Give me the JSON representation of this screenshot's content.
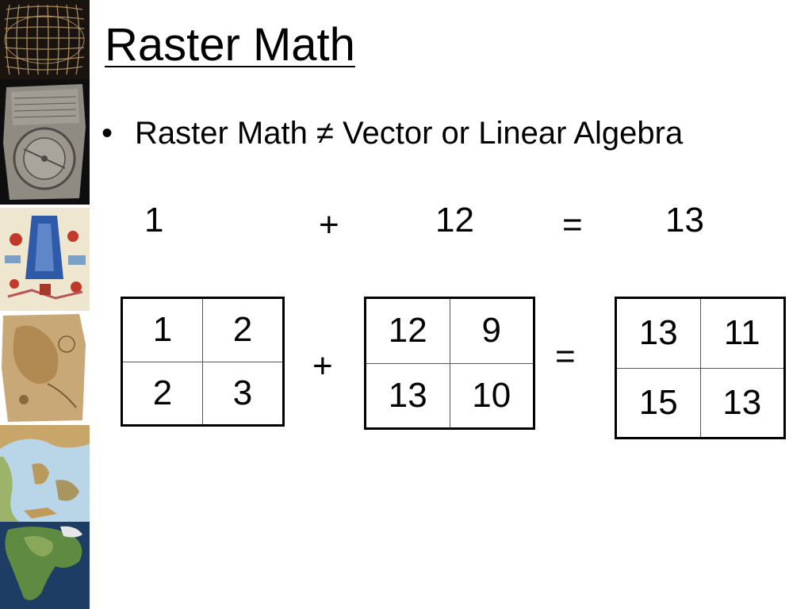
{
  "slide": {
    "title": "Raster Math",
    "bullet": "Raster Math ≠ Vector or Linear Algebra"
  },
  "equation": {
    "a": "1",
    "plus": "+",
    "b": "12",
    "equals": "=",
    "result": "13"
  },
  "matrices": {
    "left": [
      [
        "1",
        "2"
      ],
      [
        "2",
        "3"
      ]
    ],
    "middle": [
      [
        "12",
        "9"
      ],
      [
        "13",
        "10"
      ]
    ],
    "right": [
      [
        "13",
        "11"
      ],
      [
        "15",
        "13"
      ]
    ],
    "plus": "+",
    "equals": "="
  },
  "sidebar": {
    "images": [
      "grid-map-icon",
      "clay-tablet-map-icon",
      "medieval-map-icon",
      "parchment-map-icon",
      "relief-map-icon",
      "globe-map-icon"
    ]
  }
}
